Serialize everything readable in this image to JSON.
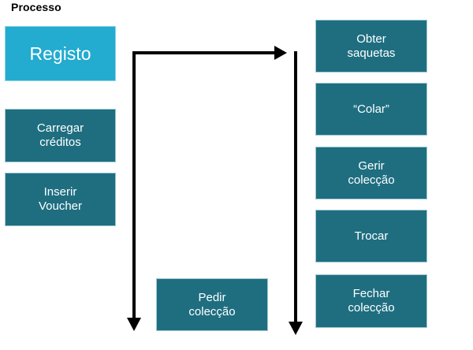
{
  "diagram": {
    "title": "Processo",
    "colors": {
      "accent_cyan": "#23abd0",
      "node_teal": "#1e6e80",
      "connector": "#000000",
      "text": "#ffffff",
      "title_text": "#000000",
      "background": "#ffffff"
    },
    "left_column": [
      {
        "label": "Registo",
        "style": "cyan"
      },
      {
        "label": "Carregar\ncréditos",
        "style": "teal"
      },
      {
        "label": "Inserir\nVoucher",
        "style": "teal"
      }
    ],
    "center_column": [
      {
        "label": "Pedir\ncolecção",
        "style": "teal"
      }
    ],
    "right_column": [
      {
        "label": "Obter\nsaquetas",
        "style": "teal"
      },
      {
        "label": "“Colar”",
        "style": "teal"
      },
      {
        "label": "Gerir\ncolecção",
        "style": "teal"
      },
      {
        "label": "Trocar",
        "style": "teal"
      },
      {
        "label": "Fechar\ncolecção",
        "style": "teal"
      }
    ],
    "connectors": [
      {
        "name": "registo-to-right-branch",
        "direction": "right"
      },
      {
        "name": "left-branch-down",
        "direction": "down"
      },
      {
        "name": "right-branch-down",
        "direction": "down"
      }
    ]
  }
}
